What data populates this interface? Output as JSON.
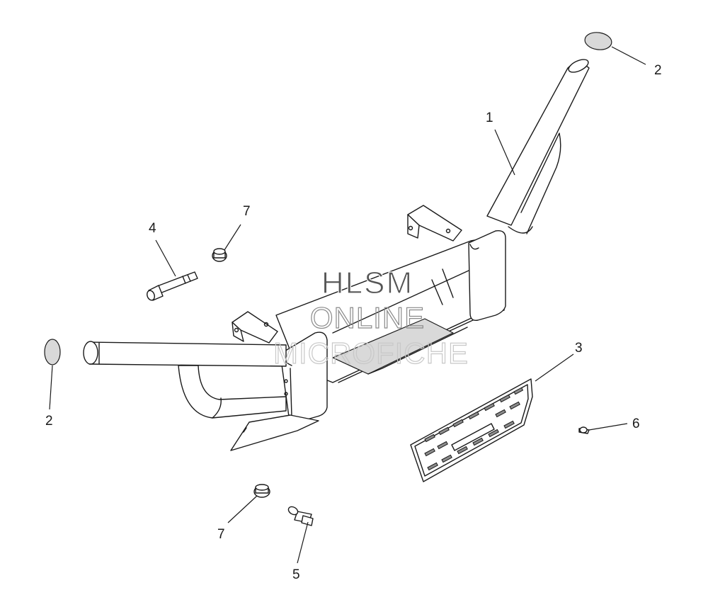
{
  "callouts": [
    {
      "id": "c1",
      "label": "1"
    },
    {
      "id": "c2a",
      "label": "2"
    },
    {
      "id": "c2b",
      "label": "2"
    },
    {
      "id": "c3",
      "label": "3"
    },
    {
      "id": "c4",
      "label": "4"
    },
    {
      "id": "c5",
      "label": "5"
    },
    {
      "id": "c6",
      "label": "6"
    },
    {
      "id": "c7a",
      "label": "7"
    },
    {
      "id": "c7b",
      "label": "7"
    }
  ],
  "watermark": {
    "line1": "HLSM",
    "line2": "ONLINE",
    "line3": "MICROFICHE"
  }
}
